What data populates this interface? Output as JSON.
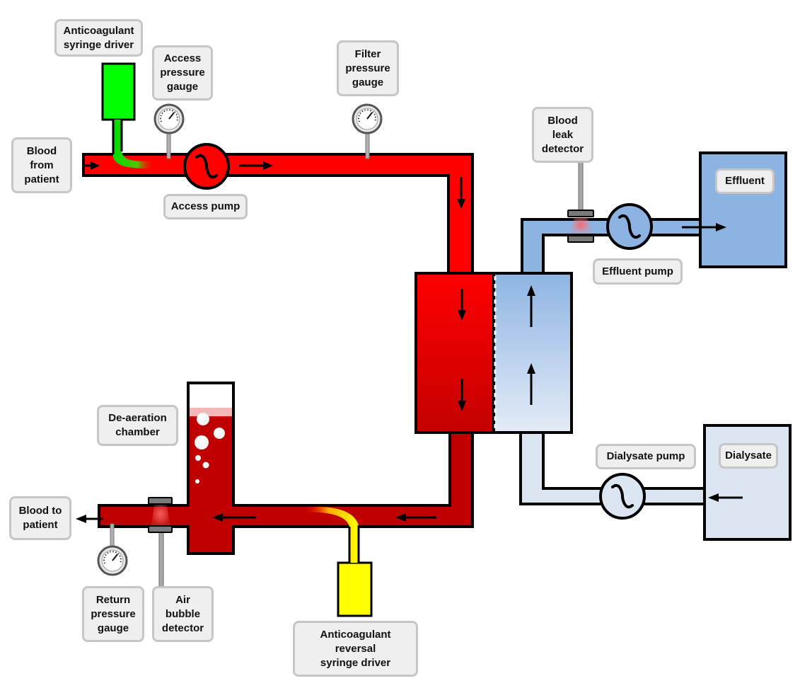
{
  "labels": {
    "anticoagulant_syringe_driver": "Anticoagulant\nsyringe driver",
    "access_pressure_gauge": "Access\npressure\ngauge",
    "filter_pressure_gauge": "Filter\npressure\ngauge",
    "blood_from_patient": "Blood\nfrom\npatient",
    "access_pump": "Access pump",
    "blood_leak_detector": "Blood\nleak\ndetector",
    "effluent": "Effluent",
    "effluent_pump": "Effluent pump",
    "de_aeration_chamber": "De-aeration\nchamber",
    "dialysate_pump": "Dialysate pump",
    "dialysate": "Dialysate",
    "blood_to_patient": "Blood to\npatient",
    "return_pressure_gauge": "Return\npressure\ngauge",
    "air_bubble_detector": "Air\nbubble\ndetector",
    "anticoagulant_reversal_syringe_driver": "Anticoagulant\nreversal\nsyringe driver"
  },
  "colors": {
    "blood": "#ff0000",
    "blood_dark": "#b80000",
    "effluent": "#8db3e2",
    "dialysate": "#dce6f2",
    "anticoagulant": "#00ee00",
    "reversal": "#ffff00",
    "label_fill": "#efefef",
    "label_border": "#c6c6c6"
  }
}
